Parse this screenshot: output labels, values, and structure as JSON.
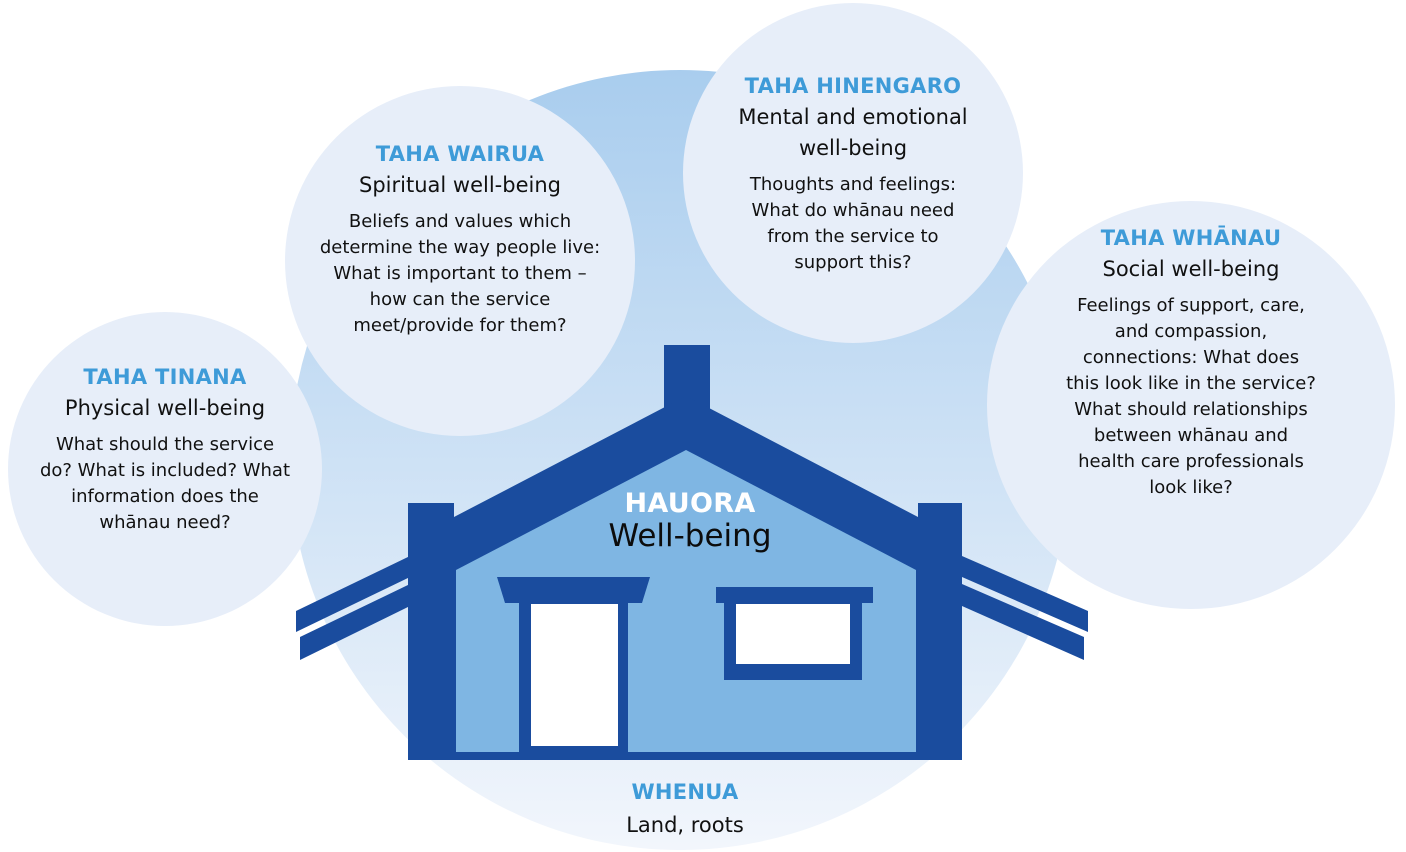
{
  "colors": {
    "house_dark": "#1a4c9e",
    "house_light": "#7fb6e3",
    "kicker": "#3e9bd8",
    "bubble_fill": "#e7eef9",
    "background_blob_top": "#a9cdee",
    "background_blob_bottom": "#edf3fb"
  },
  "center": {
    "title": "HAUORA",
    "subtitle": "Well-being"
  },
  "base": {
    "title": "WHENUA",
    "subtitle": "Land, roots"
  },
  "dimensions": [
    {
      "id": "tinana",
      "title": "TAHA TINANA",
      "subtitle": "Physical well-being",
      "description": "What should the service do? What is included? What information does the whānau need?"
    },
    {
      "id": "wairua",
      "title": "TAHA WAIRUA",
      "subtitle": "Spiritual well-being",
      "description": "Beliefs and values which determine the way people live: What is important to them – how can the service meet/provide for them?"
    },
    {
      "id": "hinengaro",
      "title": "TAHA HINENGARO",
      "subtitle": "Mental and emotional well-being",
      "description": "Thoughts and feelings: What do whānau need from the service to support this?"
    },
    {
      "id": "whanau",
      "title": "TAHA WHĀNAU",
      "subtitle": "Social well-being",
      "description": "Feelings of support, care, and compassion, connections: What does this look like in the service? What should relationships between whānau and health care professionals look like?"
    }
  ]
}
